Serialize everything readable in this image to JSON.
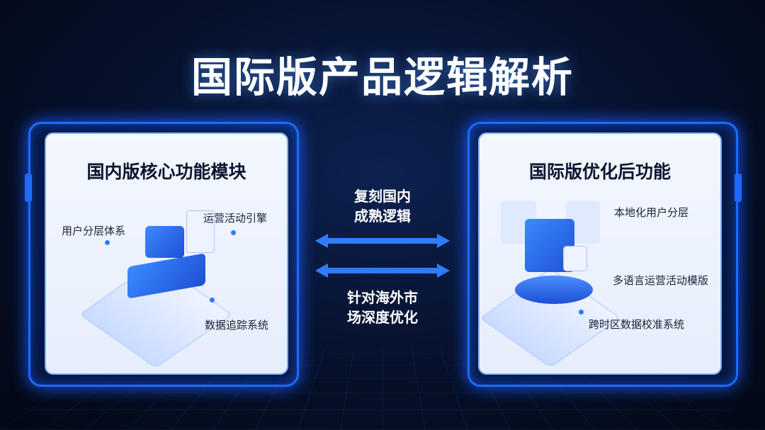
{
  "title": "国际版产品逻辑解析",
  "left_panel": {
    "heading": "国内版核心功能模块",
    "labels": [
      "用户分层体系",
      "运营活动引擎",
      "数据追踪系统"
    ]
  },
  "right_panel": {
    "heading": "国际版优化后功能",
    "labels": [
      "本地化用户分层",
      "多语言运营活动模版",
      "跨时区数据校准系统"
    ]
  },
  "middle": {
    "top_line1": "复刻国内",
    "top_line2": "成熟逻辑",
    "bottom_line1": "针对海外市",
    "bottom_line2": "场深度优化"
  },
  "colors": {
    "accent": "#1f6bff",
    "background": "#06102a"
  }
}
